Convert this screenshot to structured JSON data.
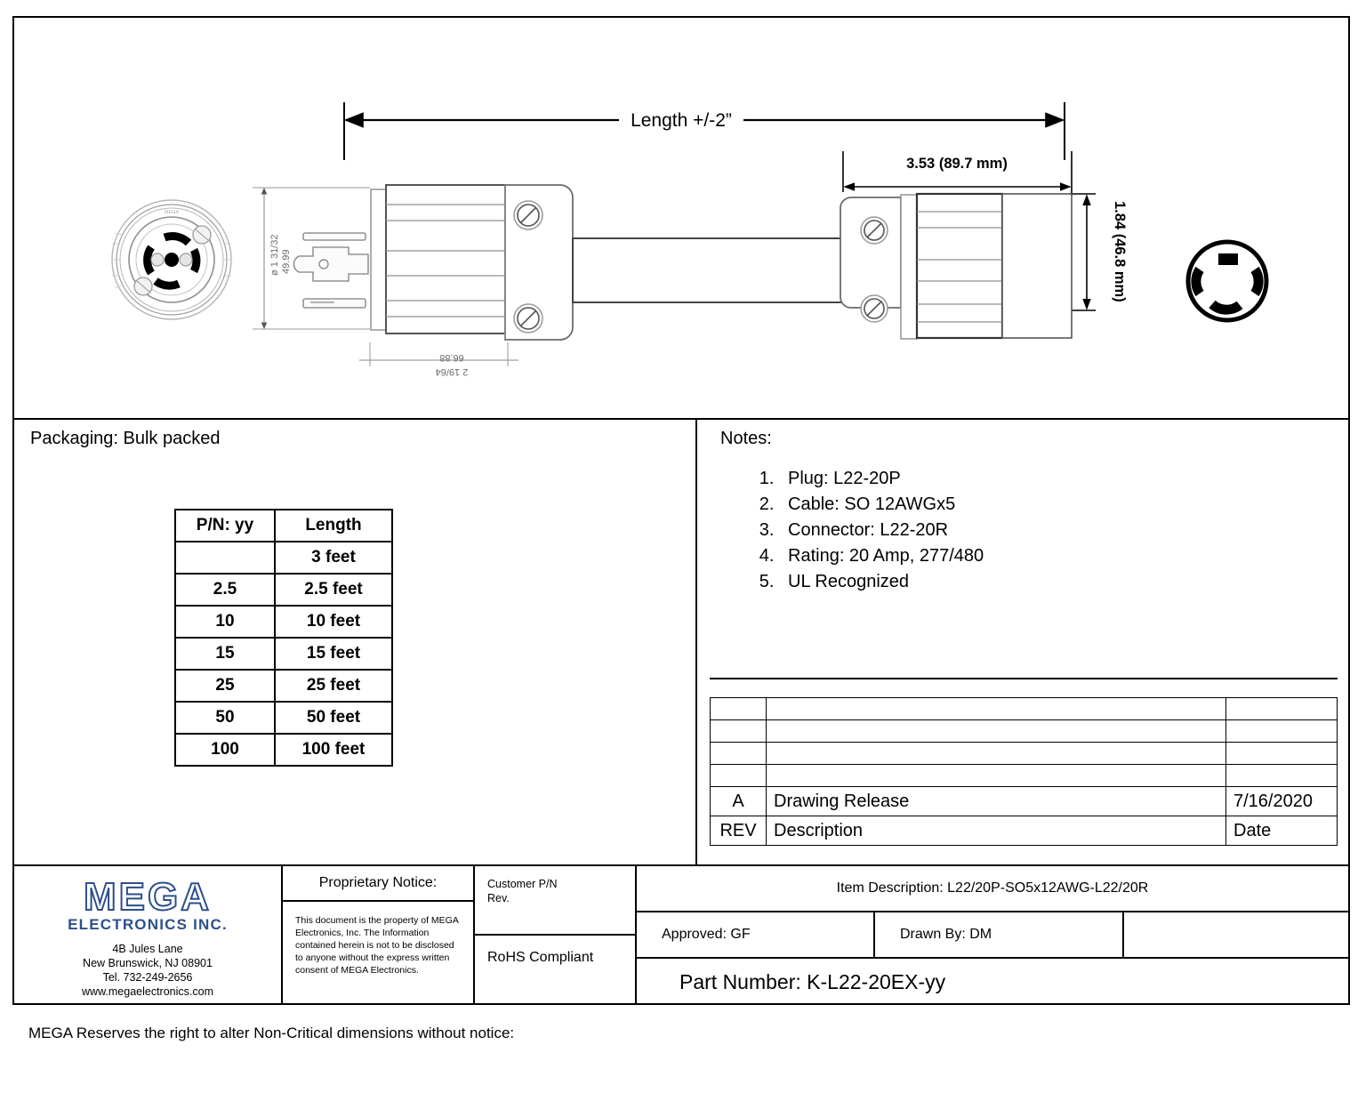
{
  "document": {
    "type": "engineering-drawing",
    "footer_note": "MEGA Reserves the right to alter Non-Critical dimensions without notice:"
  },
  "drawing": {
    "dimensions": {
      "overall_length": "Length +/-2”",
      "connector_length": "3.53 (89.7 mm)",
      "connector_height": "1.84 (46.8 mm)",
      "plug_diameter_fraction": "ø 1 31/32",
      "plug_diameter_mm": "49.99",
      "plug_body_length_mm": "66.88",
      "plug_body_length_fraction": "2 19/64"
    },
    "views": {
      "plug_face": "plug-face-view",
      "plug_side": "plug-side-view",
      "cable": "cable",
      "connector_side": "connector-side-view",
      "connector_face": "connector-face-view"
    }
  },
  "packaging": {
    "label": "Packaging: Bulk packed"
  },
  "length_table": {
    "headers": [
      "P/N: yy",
      "Length"
    ],
    "rows": [
      [
        "",
        "3 feet"
      ],
      [
        "2.5",
        "2.5 feet"
      ],
      [
        "10",
        "10 feet"
      ],
      [
        "15",
        "15 feet"
      ],
      [
        "25",
        "25 feet"
      ],
      [
        "50",
        "50 feet"
      ],
      [
        "100",
        "100 feet"
      ]
    ]
  },
  "notes": {
    "title": "Notes:",
    "items": [
      "Plug:  L22-20P",
      "Cable: SO 12AWGx5",
      "Connector:  L22-20R",
      "Rating: 20 Amp, 277/480",
      "UL Recognized"
    ]
  },
  "revision_table": {
    "empty_rows": 4,
    "entries": [
      {
        "rev": "A",
        "description": "Drawing Release",
        "date": "7/16/2020"
      }
    ],
    "header": {
      "rev": "REV",
      "description": "Description",
      "date": "Date"
    }
  },
  "title_block": {
    "logo": {
      "name": "MEGA",
      "subtitle": "ELECTRONICS INC.",
      "color": "#2d4f8a",
      "address_lines": [
        "4B Jules Lane",
        "New Brunswick, NJ 08901",
        "Tel. 732-249-2656",
        "www.megaelectronics.com"
      ]
    },
    "proprietary": {
      "title": "Proprietary Notice:",
      "body": "This document is the property of MEGA Electronics, Inc.  The Information contained herein is not to be disclosed to anyone without the express written consent of MEGA Electronics."
    },
    "customer_pn": "Customer P/N",
    "customer_rev": "Rev.",
    "rohs": "RoHS Compliant",
    "item_description": "Item Description: L22/20P-SO5x12AWG-L22/20R",
    "approved": "Approved:  GF",
    "drawn_by": "Drawn By:  DM",
    "part_number": "Part Number:  K-L22-20EX-yy"
  }
}
